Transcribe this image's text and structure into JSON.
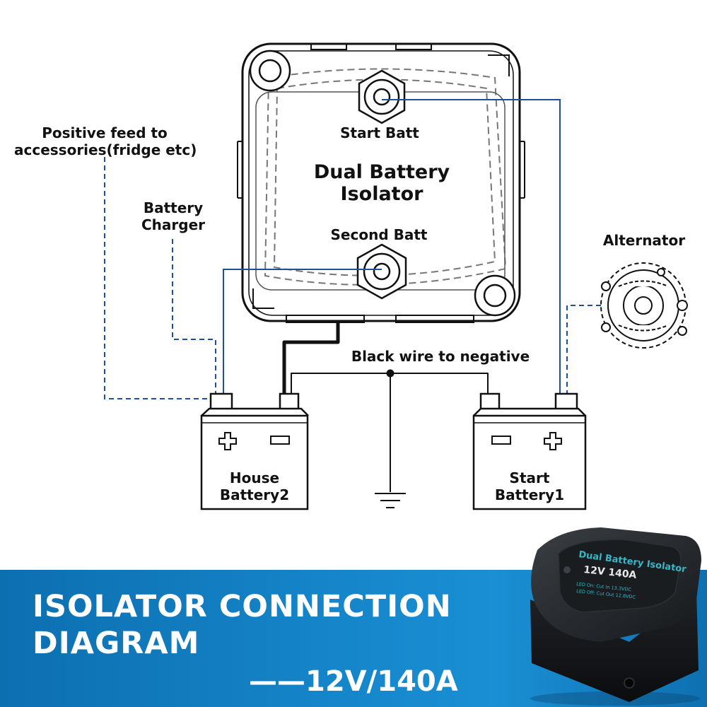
{
  "labels": {
    "positive_feed_line1": "Positive feed to",
    "positive_feed_line2": "accessories(fridge etc)",
    "battery_charger_line1": "Battery",
    "battery_charger_line2": "Charger",
    "start_batt": "Start Batt",
    "isolator_line1": "Dual Battery",
    "isolator_line2": "Isolator",
    "second_batt": "Second Batt",
    "alternator": "Alternator",
    "black_wire": "Black wire to negative",
    "house_battery_line1": "House",
    "house_battery_line2": "Battery2",
    "start_battery_line1": "Start",
    "start_battery_line2": "Battery1"
  },
  "banner": {
    "title_line1": "ISOLATOR CONNECTION",
    "title_line2": "DIAGRAM",
    "subtitle": "——12V/140A"
  },
  "product": {
    "name": "Dual Battery Isolator",
    "rating": "12V 140A",
    "spec_line1": "LED On: Cut In 13.3VDC",
    "spec_line2": "LED Off: Cut Out 12.8VDC"
  },
  "colors": {
    "wire_blue": "#1f4e9c",
    "wire_black": "#111111",
    "banner_blue": "#1584c8",
    "product_text": "#37b6c8"
  }
}
